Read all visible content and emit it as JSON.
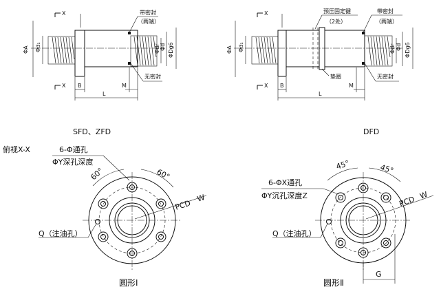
{
  "labels": {
    "x_top_left": "X",
    "x_bottom_left": "X",
    "x_top_right": "X",
    "x_bottom_right": "X",
    "phiA_left": "ΦA",
    "phid1_left": "Φd₁",
    "phidr_left": "Φdr",
    "phid_left": "Φd",
    "phidg6_left": "ΦDg6",
    "seal_with_left": "带密封",
    "seal_both_left": "（两端）",
    "no_seal_left": "无密封",
    "B_left": "B",
    "M_left": "M",
    "L_left": "L",
    "phiA_right": "ΦA",
    "phid1_right": "Φd₁",
    "phidr_right": "Φdr",
    "phid_right": "Φd",
    "phidg6_right": "ΦDg6",
    "preload_key": "预压固定键",
    "two_places": "（2处）",
    "seal_with_right": "带密封",
    "seal_both_right": "（两端）",
    "spacer": "垫圈",
    "no_seal_right": "无密封",
    "B_right": "B",
    "M_right": "M",
    "L_right": "L",
    "model_left": "SFD、ZFD",
    "model_right": "DFD",
    "view_label": "俯视X-X",
    "holes_left": "6-Φ通孔",
    "counterbore_left": "ΦY深孔深度",
    "angle_left_1": "60°",
    "angle_left_2": "60°",
    "pcd_left": "PCD",
    "w_left": "W",
    "q_left": "Q（注油孔）",
    "form_left": "圆形Ⅰ",
    "holes_right": "6-ΦX通孔",
    "counterbore_right": "ΦY沉孔深度Z",
    "angle_right_1": "45°",
    "angle_right_2": "45°",
    "pcd_right": "PCD",
    "w_right": "W",
    "q_right": "Q（注油孔）",
    "form_right": "圆形Ⅱ",
    "g_right": "G"
  }
}
